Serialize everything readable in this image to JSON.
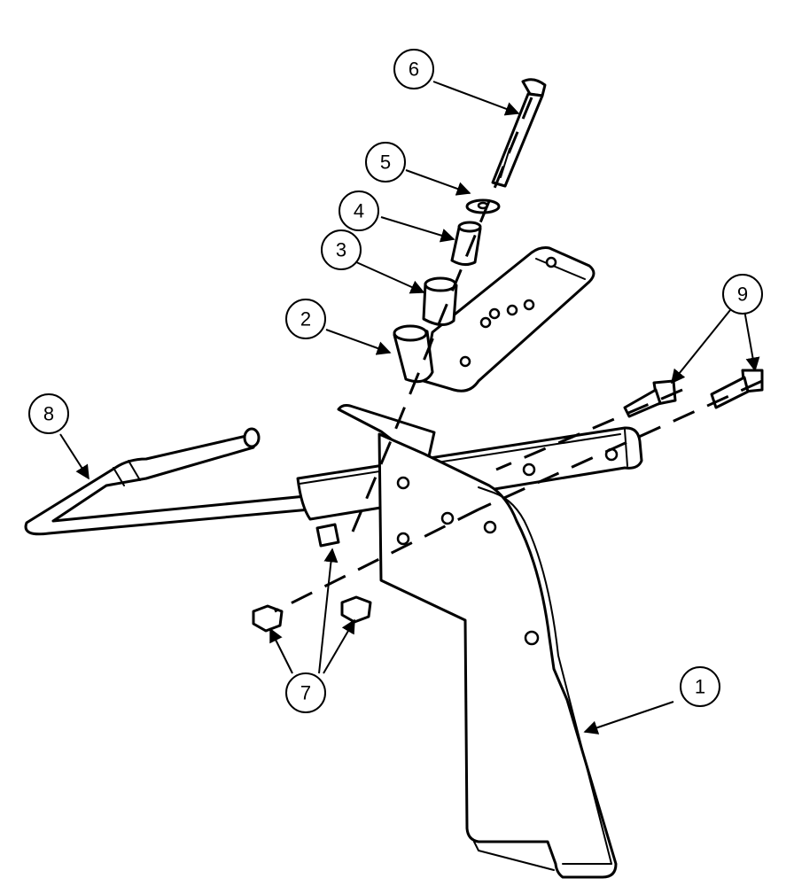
{
  "diagram": {
    "callouts": [
      {
        "id": "callout-1",
        "label": "1"
      },
      {
        "id": "callout-2",
        "label": "2"
      },
      {
        "id": "callout-3",
        "label": "3"
      },
      {
        "id": "callout-4",
        "label": "4"
      },
      {
        "id": "callout-5",
        "label": "5"
      },
      {
        "id": "callout-6",
        "label": "6"
      },
      {
        "id": "callout-7",
        "label": "7"
      },
      {
        "id": "callout-8",
        "label": "8"
      },
      {
        "id": "callout-9",
        "label": "9"
      }
    ],
    "colors": {
      "line": "#000000",
      "background": "#ffffff"
    }
  }
}
